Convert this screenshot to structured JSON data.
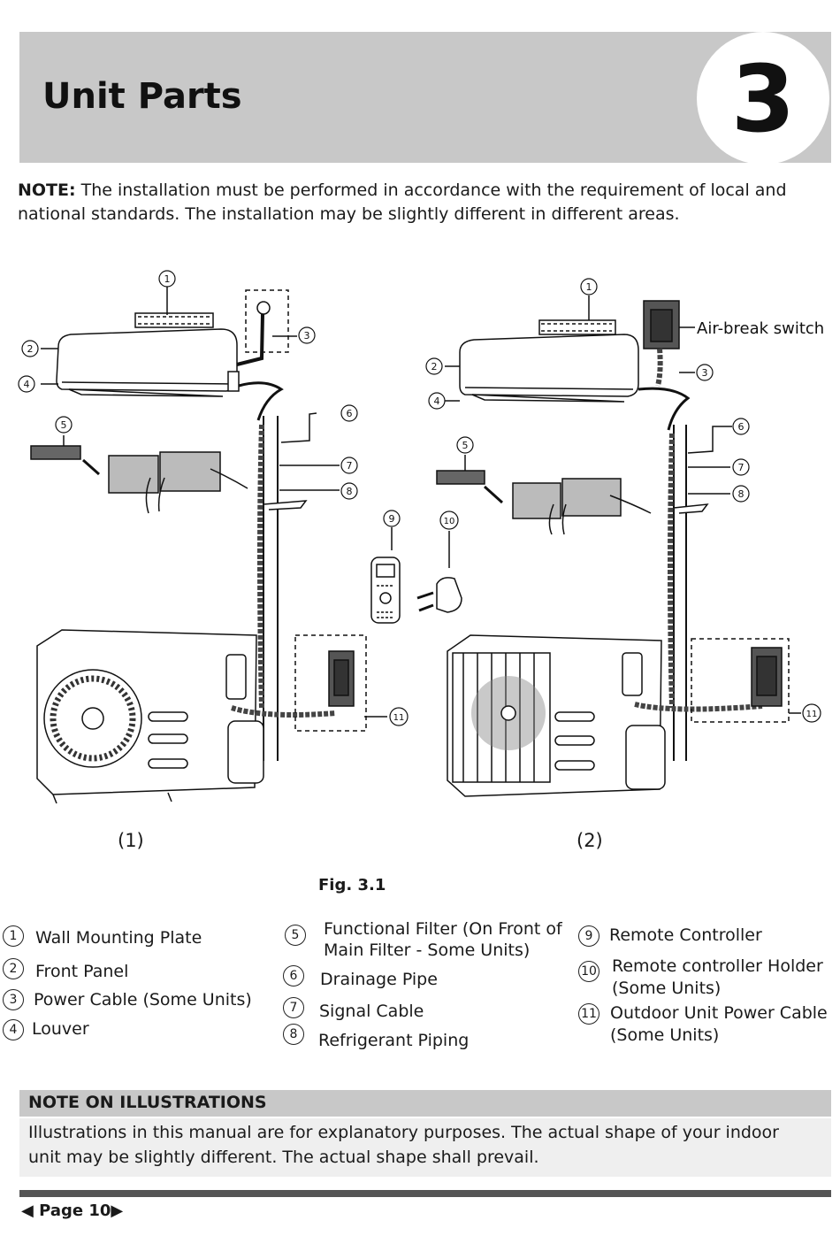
{
  "header": {
    "title": "Unit Parts",
    "chapter": "3"
  },
  "note": {
    "label": "NOTE:",
    "text": " The installation must be performed in accordance with the requirement of local and national standards. The installation may be slightly different in different areas."
  },
  "figure": {
    "air_break_label": "Air-break switch",
    "sub1": "(1)",
    "sub2": "(2)",
    "caption": "Fig. 3.1",
    "callouts": [
      "1",
      "2",
      "3",
      "4",
      "5",
      "6",
      "7",
      "8",
      "9",
      "10",
      "11"
    ]
  },
  "legend": [
    {
      "num": "1",
      "text": "Wall Mounting Plate"
    },
    {
      "num": "2",
      "text": "Front Panel"
    },
    {
      "num": "3",
      "text": "Power Cable (Some Units)"
    },
    {
      "num": "4",
      "text": "Louver"
    },
    {
      "num": "5",
      "text": "Functional Filter (On Front of",
      "text2": "Main Filter - Some Units)"
    },
    {
      "num": "6",
      "text": "Drainage Pipe"
    },
    {
      "num": "7",
      "text": "Signal Cable"
    },
    {
      "num": "8",
      "text": "Refrigerant Piping"
    },
    {
      "num": "9",
      "text": "Remote Controller"
    },
    {
      "num": "10",
      "text": "Remote controller Holder",
      "text2": "(Some Units)"
    },
    {
      "num": "11",
      "text": "Outdoor Unit Power Cable",
      "text2": "(Some Units)"
    }
  ],
  "note_box": {
    "title": "NOTE ON ILLUSTRATIONS",
    "text": "Illustrations in this manual are for explanatory purposes. The actual shape of your indoor unit may be slightly different. The actual shape shall prevail."
  },
  "footer": {
    "page": "Page 10"
  }
}
